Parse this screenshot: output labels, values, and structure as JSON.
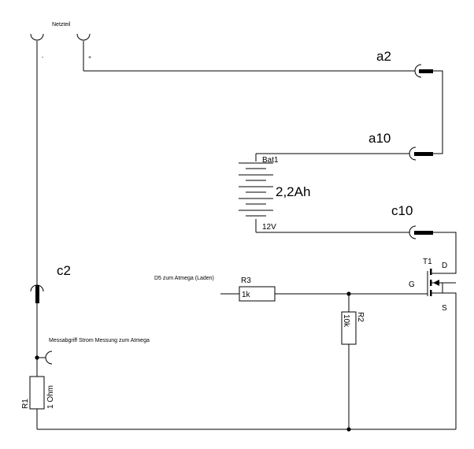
{
  "supply": {
    "label": "Netzteil",
    "minus": "-",
    "plus": "+"
  },
  "connectors": {
    "a2": "a2",
    "a10": "a10",
    "c10": "c10",
    "c2": "c2"
  },
  "battery": {
    "name": "Bat1",
    "capacity": "2,2Ah",
    "voltage": "12V"
  },
  "signals": {
    "d5": "D5 zum Atmega (Laden)",
    "measure": "Messabgriff Strom Messung zum Atmega"
  },
  "resistors": {
    "r3": {
      "name": "R3",
      "value": "1k"
    },
    "r2": {
      "name": "R2",
      "value": "10k"
    },
    "r1": {
      "name": "R1",
      "value": "1 Ohm"
    }
  },
  "transistor": {
    "name": "T1",
    "drain": "D",
    "gate": "G",
    "source": "S"
  }
}
